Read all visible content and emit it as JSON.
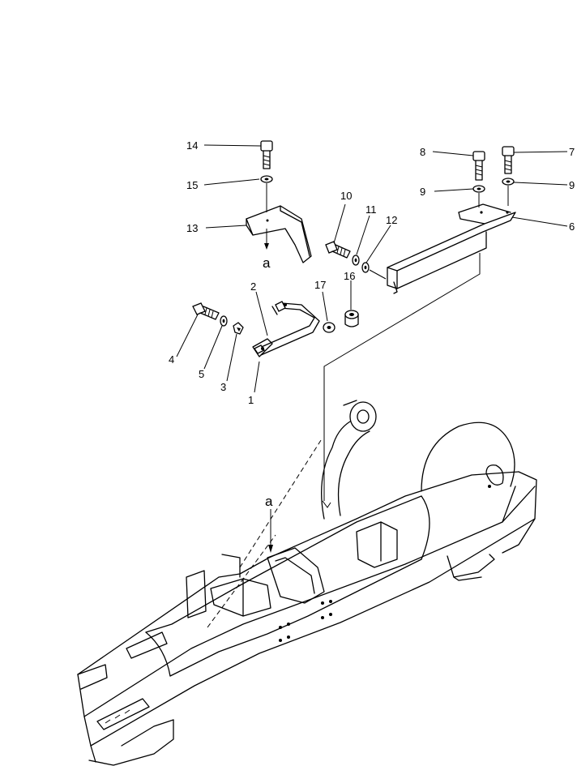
{
  "callouts": {
    "c1": "1",
    "c2": "2",
    "c3": "3",
    "c4": "4",
    "c5": "5",
    "c6": "6",
    "c7": "7",
    "c8": "8",
    "c9a": "9",
    "c9b": "9",
    "c10": "10",
    "c11": "11",
    "c12": "12",
    "c13": "13",
    "c14": "14",
    "c15": "15",
    "c16": "16",
    "c17": "17"
  },
  "refs": {
    "a_top": "a",
    "a_bottom": "a"
  }
}
